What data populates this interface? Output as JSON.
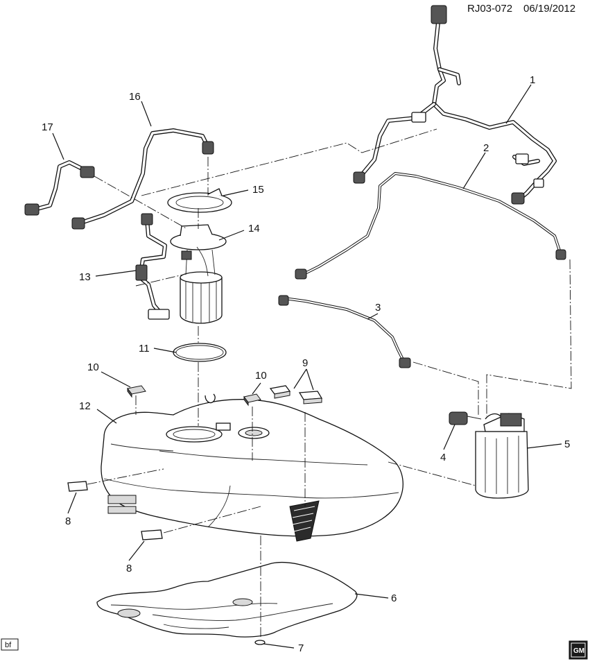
{
  "header": {
    "code": "RJ03-072",
    "date": "06/19/2012"
  },
  "footer": {
    "left_badge": "bf",
    "logo_text": "GM"
  },
  "callouts": [
    "1",
    "2",
    "3",
    "4",
    "5",
    "6",
    "7",
    "8",
    "8",
    "9",
    "10",
    "10",
    "11",
    "12",
    "13",
    "14",
    "15",
    "16",
    "17"
  ],
  "colors": {
    "ink": "#111111",
    "background": "#ffffff"
  }
}
